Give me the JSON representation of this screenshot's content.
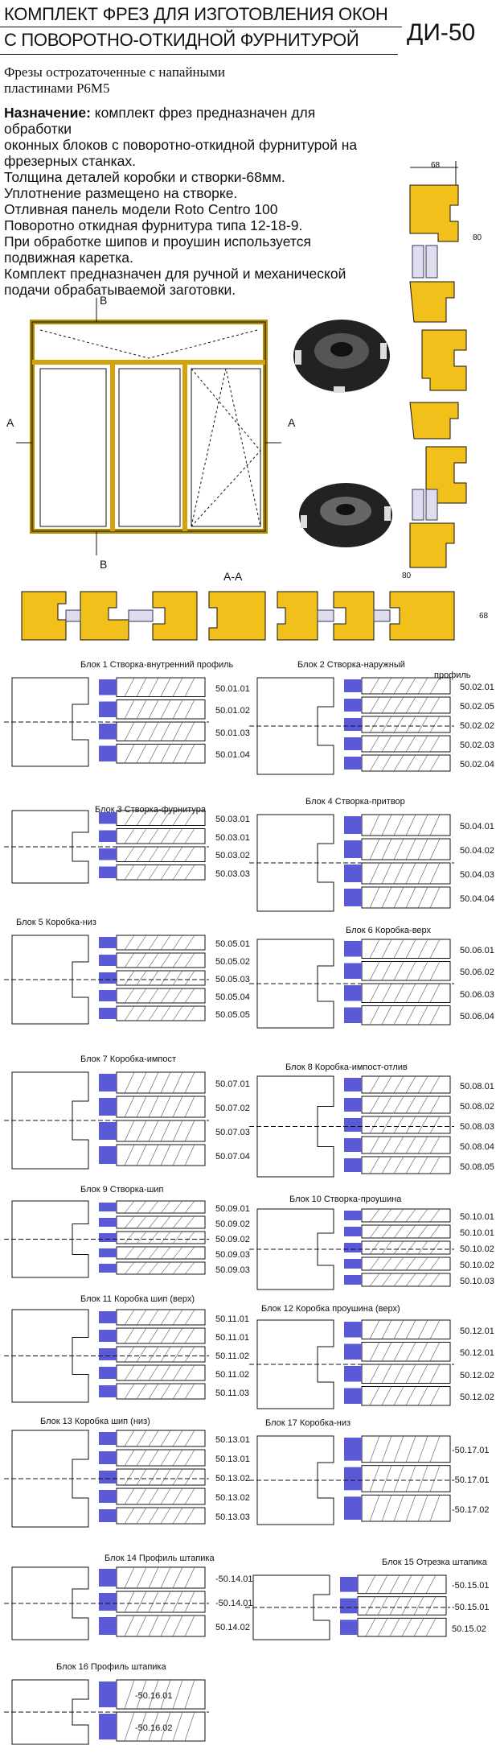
{
  "header": {
    "title_line1": "КОМПЛЕКТ ФРЕЗ ДЛЯ ИЗГОТОВЛЕНИЯ ОКОН",
    "title_line2": "С ПОВОРОТНО-ОТКИДНОЙ ФУРНИТУРОЙ",
    "code": "ДИ-50"
  },
  "intro": {
    "line1": "Фрезы остроzаточенные с напайными",
    "line2": "пластинами Р6М5"
  },
  "description": {
    "purpose_label": "Назначение:",
    "purpose_text1": " комплект фрез предназначен для обработки",
    "purpose_text2": "оконных  блоков с поворотно-откидной фурнитурой на",
    "purpose_text3": "фрезерных станках.",
    "line_thickness": "Толщина деталей коробки и створки-68мм.",
    "line_seal": "Уплотнение размещено на створке.",
    "line_panel": "Отливная панель модели Roto Centro 100",
    "line_hardware": "Поворотно откидная фурнитура типа 12-18-9.",
    "line_spikes1": "При обработке шипов и проушин используется",
    "line_spikes2": " подвижная каретка.",
    "line_feed1": "Комплект предназначен для ручной и механической",
    "line_feed2": " подачи обрабатываемой заготовки."
  },
  "drawing_labels": {
    "b_top": "В",
    "b_bottom": "В",
    "a_left": "А",
    "a_right": "А",
    "section": "А-А",
    "dim_68_top": "68",
    "dim_80_side": "80",
    "dim_80_bottom": "80",
    "dim_68_right": "68"
  },
  "blocks": [
    {
      "title": "Блок 1  Створка-внутренний профиль",
      "parts": [
        "50.01.01",
        "50.01.02",
        "50.01.03",
        "50.01.04"
      ]
    },
    {
      "title": "Блок 2  Створка-наружный",
      "title2": "профиль",
      "parts": [
        "50.02.01",
        "50.02.05",
        "50.02.02",
        "50.02.03",
        "50.02.04"
      ]
    },
    {
      "title": "Блок 3  Створка-фурнитура",
      "parts": [
        "50.03.01",
        "50.03.01",
        "50.03.02",
        "50.03.03"
      ]
    },
    {
      "title": "Блок 4  Створка-притвор",
      "parts": [
        "50.04.01",
        "50.04.02",
        "50.04.03",
        "50.04.04"
      ]
    },
    {
      "title": "Блок 5  Коробка-низ",
      "parts": [
        "50.05.01",
        "50.05.02",
        "50.05.03",
        "50.05.04",
        "50.05.05"
      ]
    },
    {
      "title": "Блок 6  Коробка-верх",
      "parts": [
        "50.06.01",
        "50.06.02",
        "50.06.03",
        "50.06.04"
      ]
    },
    {
      "title": "Блок 7  Коробка-импост",
      "parts": [
        "50.07.01",
        "50.07.02",
        "50.07.03",
        "50.07.04"
      ]
    },
    {
      "title": "Блок 8  Коробка-импост-отлив",
      "parts": [
        "50.08.01",
        "50.08.02",
        "50.08.03",
        "50.08.04",
        "50.08.05"
      ]
    },
    {
      "title": "Блок 9  Створка-шип",
      "parts": [
        "50.09.01",
        "50.09.02",
        "50.09.02",
        "50.09.03",
        "50.09.03"
      ]
    },
    {
      "title": "Блок 10  Створка-проушина",
      "parts": [
        "50.10.01",
        "50.10.01",
        "50.10.02",
        "50.10.02",
        "50.10.03"
      ]
    },
    {
      "title": "Блок 11  Коробка шип (верх)",
      "parts": [
        "50.11.01",
        "50.11.01",
        "50.11.02",
        "50.11.02",
        "50.11.03"
      ]
    },
    {
      "title": "Блок 12  Коробка проушина (верх)",
      "parts": [
        "50.12.01",
        "50.12.01",
        "50.12.02",
        "50.12.02"
      ]
    },
    {
      "title": "Блок 13  Коробка шип (низ)",
      "parts": [
        "50.13.01",
        "50.13.01",
        "50.13.02",
        "50.13.02",
        "50.13.03"
      ]
    },
    {
      "title": "Блок 17  Коробка-низ",
      "parts": [
        "-50.17.01",
        "-50.17.01",
        "-50.17.02"
      ]
    },
    {
      "title": "Блок 14  Профиль штапика",
      "parts": [
        "-50.14.01",
        "-50.14.01",
        "50.14.02"
      ]
    },
    {
      "title": "Блок 15  Отрезка штапика",
      "parts": [
        "-50.15.01",
        "-50.15.01",
        "50.15.02"
      ]
    },
    {
      "title": "Блок 16  Профиль штапика",
      "parts": [
        "-50.16.01",
        "-50.16.02"
      ]
    }
  ],
  "colors": {
    "wood": "#f2c01a",
    "cutter": "#5a5ad6",
    "line": "#111111"
  }
}
